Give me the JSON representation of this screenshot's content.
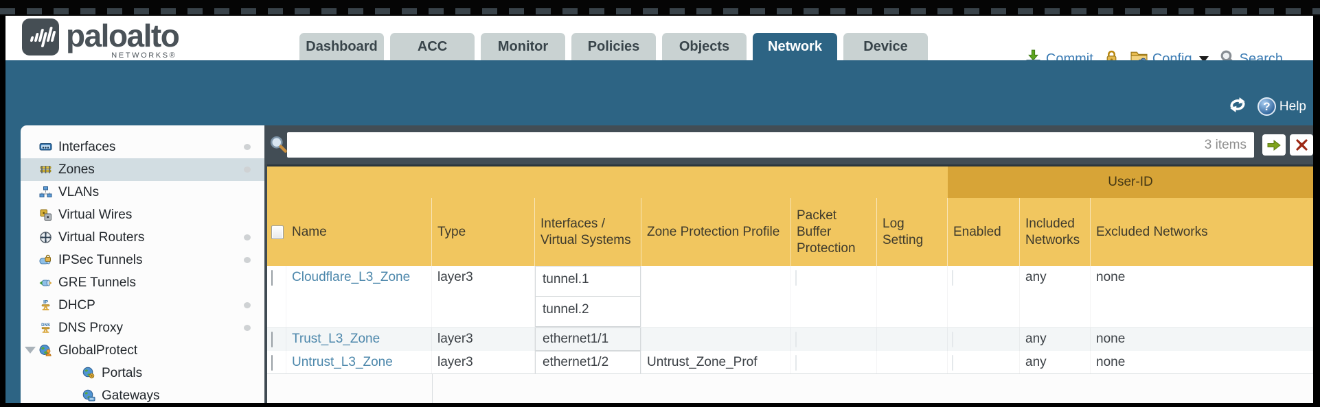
{
  "header": {
    "brand": {
      "name": "paloalto",
      "sub": "NETWORKS®"
    },
    "tabs": [
      {
        "label": "Dashboard",
        "active": false
      },
      {
        "label": "ACC",
        "active": false
      },
      {
        "label": "Monitor",
        "active": false
      },
      {
        "label": "Policies",
        "active": false
      },
      {
        "label": "Objects",
        "active": false
      },
      {
        "label": "Network",
        "active": true
      },
      {
        "label": "Device",
        "active": false
      }
    ],
    "actions": {
      "commit": "Commit",
      "config": "Config",
      "search": "Search"
    }
  },
  "subheader": {
    "help": "Help"
  },
  "sidebar": {
    "items": [
      {
        "label": "Interfaces",
        "icon": "interfaces-icon",
        "dot": true,
        "selected": false
      },
      {
        "label": "Zones",
        "icon": "zones-icon",
        "dot": true,
        "selected": true
      },
      {
        "label": "VLANs",
        "icon": "vlans-icon",
        "dot": false,
        "selected": false
      },
      {
        "label": "Virtual Wires",
        "icon": "virtual-wires-icon",
        "dot": false,
        "selected": false
      },
      {
        "label": "Virtual Routers",
        "icon": "virtual-routers-icon",
        "dot": true,
        "selected": false
      },
      {
        "label": "IPSec Tunnels",
        "icon": "ipsec-tunnels-icon",
        "dot": true,
        "selected": false
      },
      {
        "label": "GRE Tunnels",
        "icon": "gre-tunnels-icon",
        "dot": false,
        "selected": false
      },
      {
        "label": "DHCP",
        "icon": "dhcp-icon",
        "icon_label": "IP",
        "dot": true,
        "selected": false
      },
      {
        "label": "DNS Proxy",
        "icon": "dns-proxy-icon",
        "icon_label": "DNS",
        "dot": true,
        "selected": false
      },
      {
        "label": "GlobalProtect",
        "icon": "globalprotect-icon",
        "dot": false,
        "selected": false,
        "expanded": true
      },
      {
        "label": "Portals",
        "icon": "portals-icon",
        "dot": false,
        "selected": false,
        "indent": 1
      },
      {
        "label": "Gateways",
        "icon": "gateways-icon",
        "dot": false,
        "selected": false,
        "indent": 1
      }
    ]
  },
  "filterbar": {
    "search_value": "",
    "search_placeholder": "",
    "items_count": "3 items"
  },
  "table": {
    "group_header": "User-ID",
    "columns": [
      "Name",
      "Type",
      "Interfaces / Virtual Systems",
      "Zone Protection Profile",
      "Packet Buffer Protection",
      "Log Setting",
      "Enabled",
      "Included Networks",
      "Excluded Networks"
    ],
    "rows": [
      {
        "name": "Cloudflare_L3_Zone",
        "type": "layer3",
        "interfaces": [
          "tunnel.1",
          "tunnel.2"
        ],
        "zone_protection_profile": "",
        "packet_buffer_protection": false,
        "log_setting": "",
        "enabled": false,
        "included_networks": "any",
        "excluded_networks": "none"
      },
      {
        "name": "Trust_L3_Zone",
        "type": "layer3",
        "interfaces": [
          "ethernet1/1"
        ],
        "zone_protection_profile": "",
        "packet_buffer_protection": false,
        "log_setting": "",
        "enabled": false,
        "included_networks": "any",
        "excluded_networks": "none"
      },
      {
        "name": "Untrust_L3_Zone",
        "type": "layer3",
        "interfaces": [
          "ethernet1/2"
        ],
        "zone_protection_profile": "Untrust_Zone_Prof",
        "packet_buffer_protection": false,
        "log_setting": "",
        "enabled": false,
        "included_networks": "any",
        "excluded_networks": "none"
      }
    ]
  },
  "colors": {
    "teal": "#2d6484",
    "slate_bar": "#424d55",
    "table_header": "#f1c65f",
    "user_id_band": "#d7a437",
    "tab_inactive": "#c9d2d2",
    "link_blue": "#4c87ab",
    "action_blue": "#3c7cb4",
    "selected_sidebar": "#d2dde2",
    "alt_row": "#f3f6f7"
  }
}
